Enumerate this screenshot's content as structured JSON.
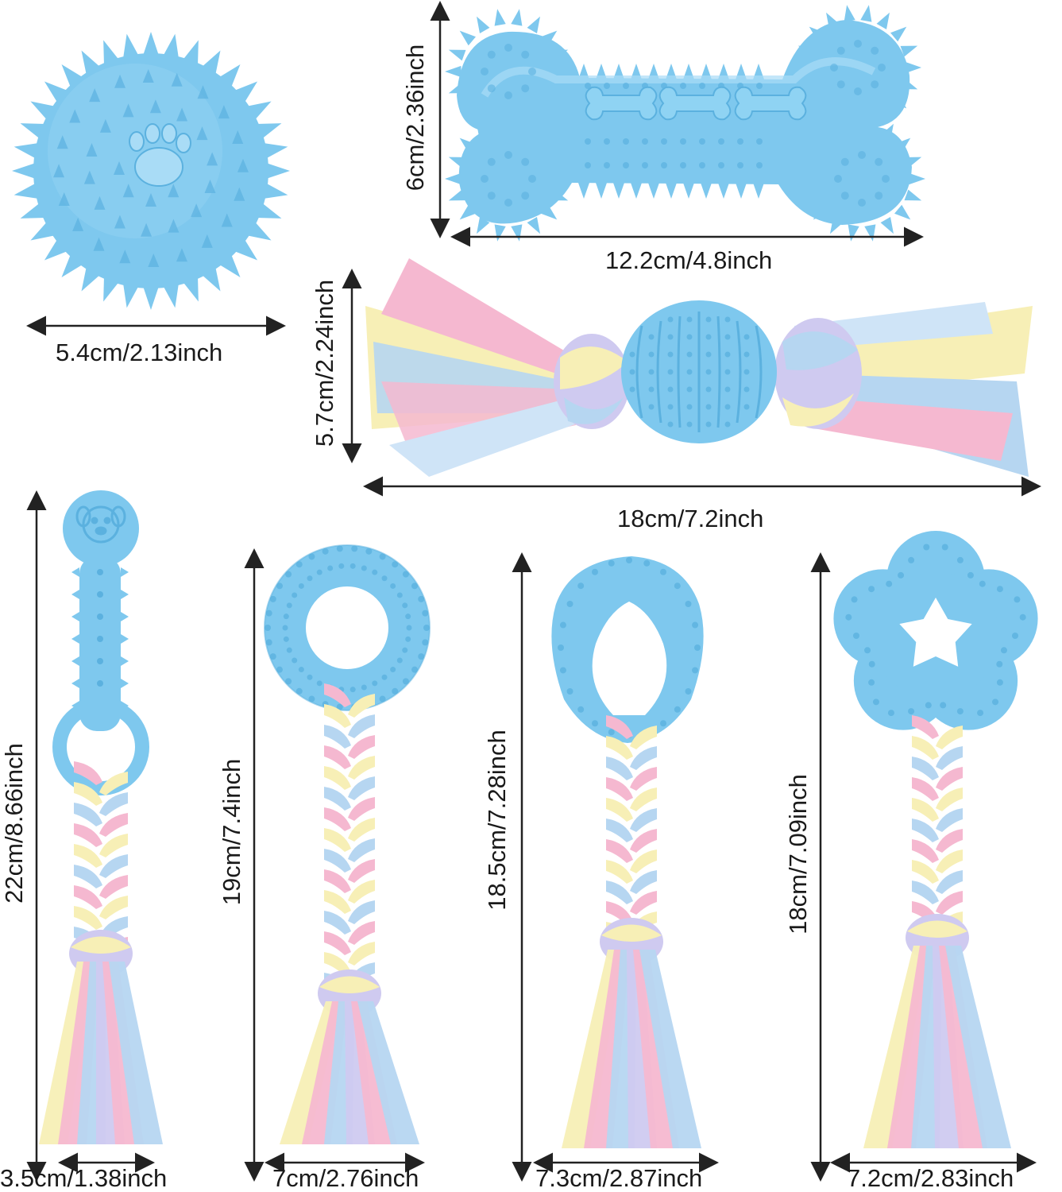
{
  "colors": {
    "toy_blue": "#7ec8ee",
    "toy_blue_dark": "#5bb1df",
    "toy_blue_light": "#a9dcf6",
    "rope_pink": "#f5b8d0",
    "rope_yellow": "#f7efb6",
    "rope_blue": "#b6d6f1",
    "rope_lavender": "#cfcaf0",
    "arrow": "#222222"
  },
  "toys": {
    "spiky_ball": {
      "icon": "spiky-ball-with-paw-print",
      "width_label": "5.4cm/2.13inch"
    },
    "bone": {
      "icon": "spiky-bone",
      "height_label": "6cm/2.36inch",
      "width_label": "12.2cm/4.8inch"
    },
    "rope_ball": {
      "icon": "rope-with-spiky-ball",
      "height_label": "5.7cm/2.24inch",
      "width_label": "18cm/7.2inch"
    },
    "stick_rope": {
      "icon": "stick-with-dog-face-and-braided-rope",
      "height_label": "22cm/8.66inch",
      "width_label": "3.5cm/1.38inch"
    },
    "ring_rope": {
      "icon": "ring-with-braided-rope",
      "height_label": "19cm/7.4inch",
      "width_label": "7cm/2.76inch"
    },
    "triangle_rope": {
      "icon": "triangle-ring-with-braided-rope",
      "height_label": "18.5cm/7.28inch",
      "width_label": "7.3cm/2.87inch"
    },
    "flower_rope": {
      "icon": "flower-ring-with-braided-rope",
      "height_label": "18cm/7.09inch",
      "width_label": "7.2cm/2.83inch"
    }
  }
}
